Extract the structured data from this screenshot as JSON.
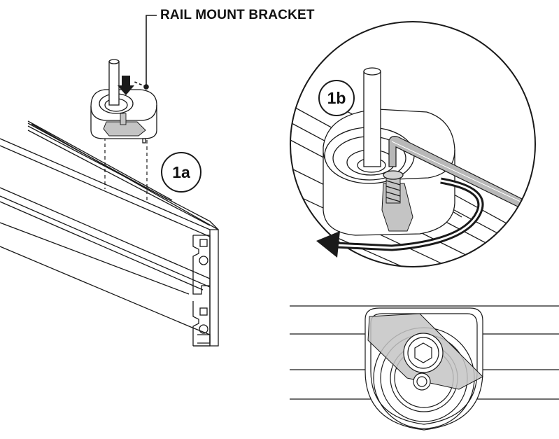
{
  "callout": {
    "label": "RAIL MOUNT BRACKET"
  },
  "steps": [
    {
      "label": "1a"
    },
    {
      "label": "1b"
    }
  ],
  "colors": {
    "line": "#1a1a1a",
    "shade": "#c4c4c4",
    "background": "#ffffff"
  },
  "icons": {
    "rotation": "clockwise-arrow-icon",
    "push": "down-arrow-icon",
    "tool": "hex-key-icon"
  }
}
